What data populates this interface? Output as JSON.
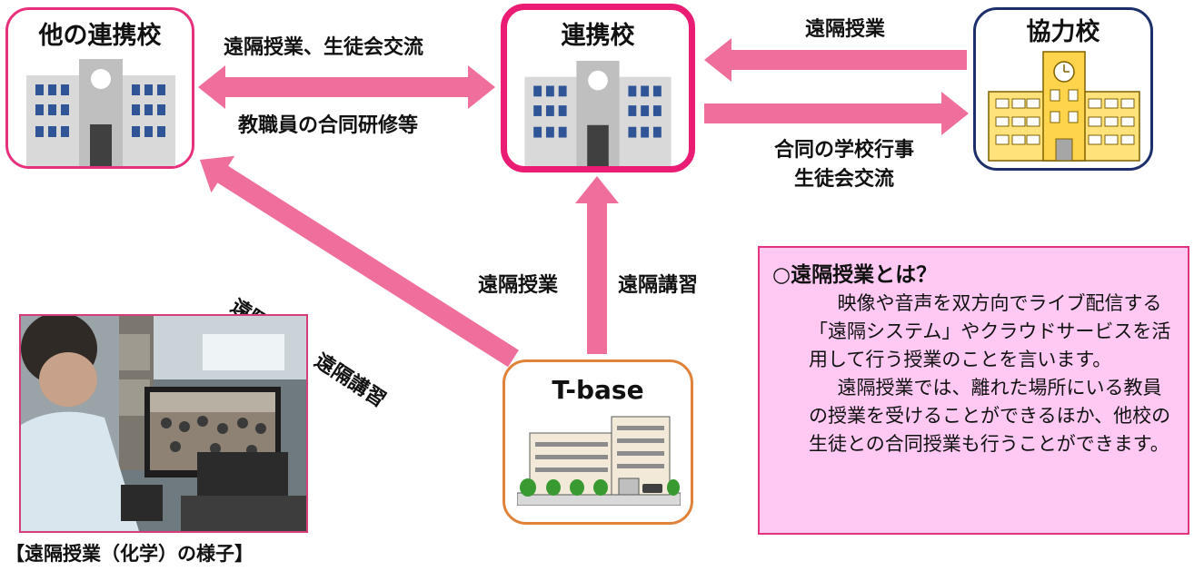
{
  "nodes": {
    "other_partner": {
      "title": "他の連携校",
      "border_color": "#e8317c"
    },
    "partner": {
      "title": "連携校",
      "border_color": "#ea1c73"
    },
    "cooperating": {
      "title": "協力校",
      "border_color": "#1d2f6b"
    },
    "tbase": {
      "title": "T-base",
      "border_color": "#e0823a"
    }
  },
  "edges": {
    "other_partner_partner": {
      "label_top": "遠隔授業、生徒会交流",
      "label_bottom": "教職員の合同研修等"
    },
    "cooperating_to_partner": {
      "label": "遠隔授業"
    },
    "partner_to_cooperating": {
      "label_line1": "合同の学校行事",
      "label_line2": "生徒会交流"
    },
    "tbase_to_partner": {
      "label_left": "遠隔授業",
      "label_right": "遠隔講習"
    },
    "tbase_to_other": {
      "label": "遠隔授業、遠隔講習"
    }
  },
  "arrow_color": "#f06e9c",
  "info_box": {
    "title": "○遠隔授業とは？",
    "paragraph1": "映像や音声を双方向でライブ配信する「遠隔システム」やクラウドサービスを活用して行う授業のことを言います。",
    "paragraph2": "遠隔授業では、離れた場所にいる教員の授業を受けることができるほか、他校の生徒との合同授業も行うことができます。"
  },
  "photo": {
    "caption": "【遠隔授業（化学）の様子】"
  }
}
